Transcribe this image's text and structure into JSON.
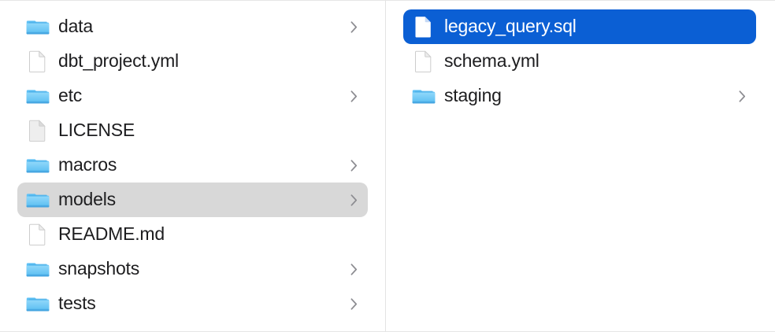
{
  "window": {
    "view_mode": "column",
    "accent_color": "#0b5fd4",
    "inactive_selection_color": "#d8d8d8",
    "folder_icon_color": "#5ec2f5",
    "text_color": "#1d1d1f"
  },
  "columns": [
    {
      "name": "parent-column",
      "items": [
        {
          "label": "data",
          "kind": "folder",
          "has_chevron": true,
          "selected": false,
          "selection_state": "none"
        },
        {
          "label": "dbt_project.yml",
          "kind": "file",
          "has_chevron": false,
          "selected": false,
          "selection_state": "none"
        },
        {
          "label": "etc",
          "kind": "folder",
          "has_chevron": true,
          "selected": false,
          "selection_state": "none"
        },
        {
          "label": "LICENSE",
          "kind": "file-plain",
          "has_chevron": false,
          "selected": false,
          "selection_state": "none"
        },
        {
          "label": "macros",
          "kind": "folder",
          "has_chevron": true,
          "selected": false,
          "selection_state": "none"
        },
        {
          "label": "models",
          "kind": "folder",
          "has_chevron": true,
          "selected": true,
          "selection_state": "inactive"
        },
        {
          "label": "README.md",
          "kind": "file",
          "has_chevron": false,
          "selected": false,
          "selection_state": "none"
        },
        {
          "label": "snapshots",
          "kind": "folder",
          "has_chevron": true,
          "selected": false,
          "selection_state": "none"
        },
        {
          "label": "tests",
          "kind": "folder",
          "has_chevron": true,
          "selected": false,
          "selection_state": "none"
        }
      ]
    },
    {
      "name": "child-column",
      "items": [
        {
          "label": "legacy_query.sql",
          "kind": "file",
          "has_chevron": false,
          "selected": true,
          "selection_state": "active"
        },
        {
          "label": "schema.yml",
          "kind": "file",
          "has_chevron": false,
          "selected": false,
          "selection_state": "none"
        },
        {
          "label": "staging",
          "kind": "folder",
          "has_chevron": true,
          "selected": false,
          "selection_state": "none"
        }
      ]
    }
  ],
  "icons": {
    "folder": "folder-icon",
    "file": "file-icon",
    "file-plain": "file-icon",
    "chevron": "chevron-right-icon"
  }
}
